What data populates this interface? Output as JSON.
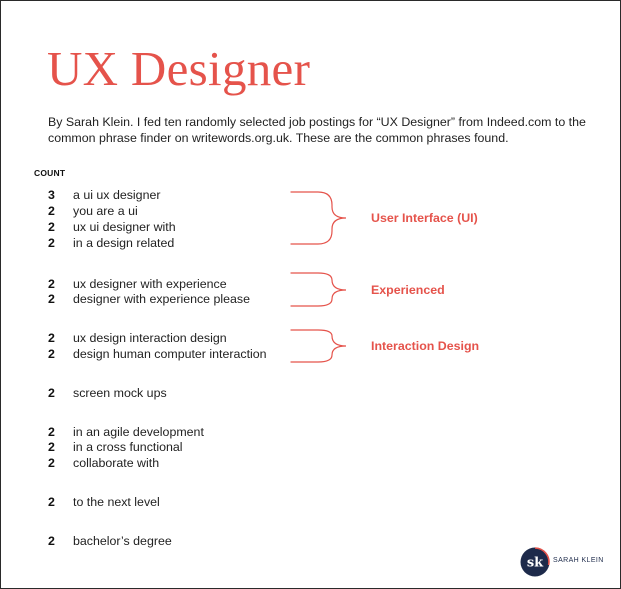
{
  "title": "UX Designer",
  "intro": "By Sarah Klein. I fed ten randomly selected job postings for “UX Designer” from Indeed.com to the common phrase finder on writewords.org.uk. These are the common phrases found.",
  "count_header": "COUNT",
  "phrases": [
    {
      "count": "3",
      "text": "a ui ux designer"
    },
    {
      "count": "2",
      "text": "you are a ui"
    },
    {
      "count": "2",
      "text": "ux ui designer with"
    },
    {
      "count": "2",
      "text": "in a design related"
    },
    {
      "count": "2",
      "text": "ux designer with experience"
    },
    {
      "count": "2",
      "text": "designer with experience please"
    },
    {
      "count": "2",
      "text": "ux design interaction design"
    },
    {
      "count": "2",
      "text": "design human computer interaction"
    },
    {
      "count": "2",
      "text": "screen mock ups"
    },
    {
      "count": "2",
      "text": "in an agile development"
    },
    {
      "count": "2",
      "text": "in a cross functional"
    },
    {
      "count": "2",
      "text": "collaborate with"
    },
    {
      "count": "2",
      "text": "to the next level"
    },
    {
      "count": "2",
      "text": "bachelor’s degree"
    }
  ],
  "groups": [
    {
      "label": "User Interface (UI)"
    },
    {
      "label": "Experienced"
    },
    {
      "label": "Interaction Design"
    }
  ],
  "brand": {
    "monogram": "sk",
    "name": "SARAH KLEIN"
  },
  "colors": {
    "accent": "#e5534b",
    "brand_navy": "#1d2a4a"
  }
}
